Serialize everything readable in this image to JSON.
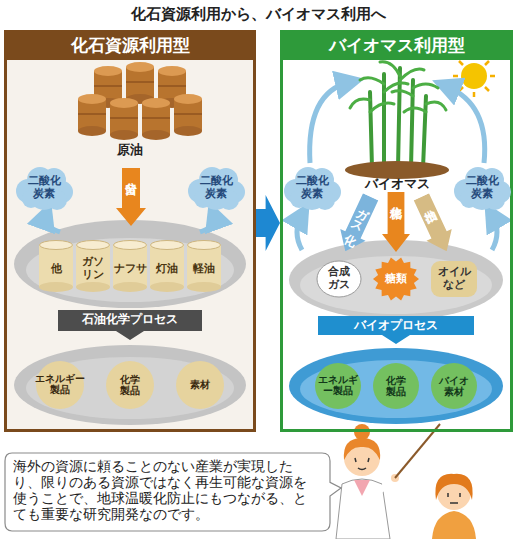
{
  "diagram": {
    "title": "化石資源利用から、バイオマス利用へ",
    "nodes": [
      {
        "text": [
          "化石資源利用型"
        ]
      },
      {
        "text": [
          "二酸化炭素"
        ],
        "in": 0
      },
      {
        "text": [
          "二酸化炭素"
        ],
        "in": 0
      },
      {
        "text": [
          "分留"
        ],
        "in": 0
      },
      {
        "text": [
          "他"
        ],
        "in": 0
      },
      {
        "text": [
          "ガソリン"
        ],
        "in": 0
      },
      {
        "text": [
          "ナフサ"
        ],
        "in": 0
      },
      {
        "text": [
          "灯油"
        ],
        "in": 0
      },
      {
        "text": [
          "軽油"
        ],
        "in": 0
      },
      {
        "text": [
          "石油化学プロセス"
        ],
        "in": 0
      },
      {
        "text": [
          "エネルギー製品"
        ],
        "in": 0
      },
      {
        "text": [
          "化学製品"
        ],
        "in": 0
      },
      {
        "text": [
          "素材"
        ],
        "in": 0
      },
      {
        "text": [
          "バイオマス利用型"
        ]
      },
      {
        "text": [
          "二酸化炭素"
        ],
        "in": 13
      },
      {
        "text": [
          "二酸化炭素"
        ],
        "in": 13
      },
      {
        "text": [
          "ガス化"
        ],
        "in": 13
      },
      {
        "text": [
          "糖化"
        ],
        "in": 13
      },
      {
        "text": [
          "抽出"
        ],
        "in": 13
      },
      {
        "text": [
          "合成ガス"
        ],
        "in": 13
      },
      {
        "text": [
          "糖類"
        ],
        "in": 13
      },
      {
        "text": [
          "オイルなど"
        ],
        "in": 13
      },
      {
        "text": [
          "バイオプロセス"
        ],
        "in": 13
      },
      {
        "text": [
          "エネルギー製品"
        ],
        "in": 13
      },
      {
        "text": [
          "化学製品"
        ],
        "in": 13
      },
      {
        "text": [
          "バイオ素材"
        ],
        "in": 13
      },
      {
        "text": [
          "海外の資源に頼ることのない産業が実現したり、限りのある資源ではなく再生可能な資源を使うことで、地球温暖化防止にもつながる、とても重要な研究開発なのです。"
        ]
      }
    ],
    "edges": [
      {
        "from": 0,
        "to": 13,
        "arrow": "to"
      }
    ],
    "labels": [
      "原油",
      "バイオマス"
    ]
  }
}
